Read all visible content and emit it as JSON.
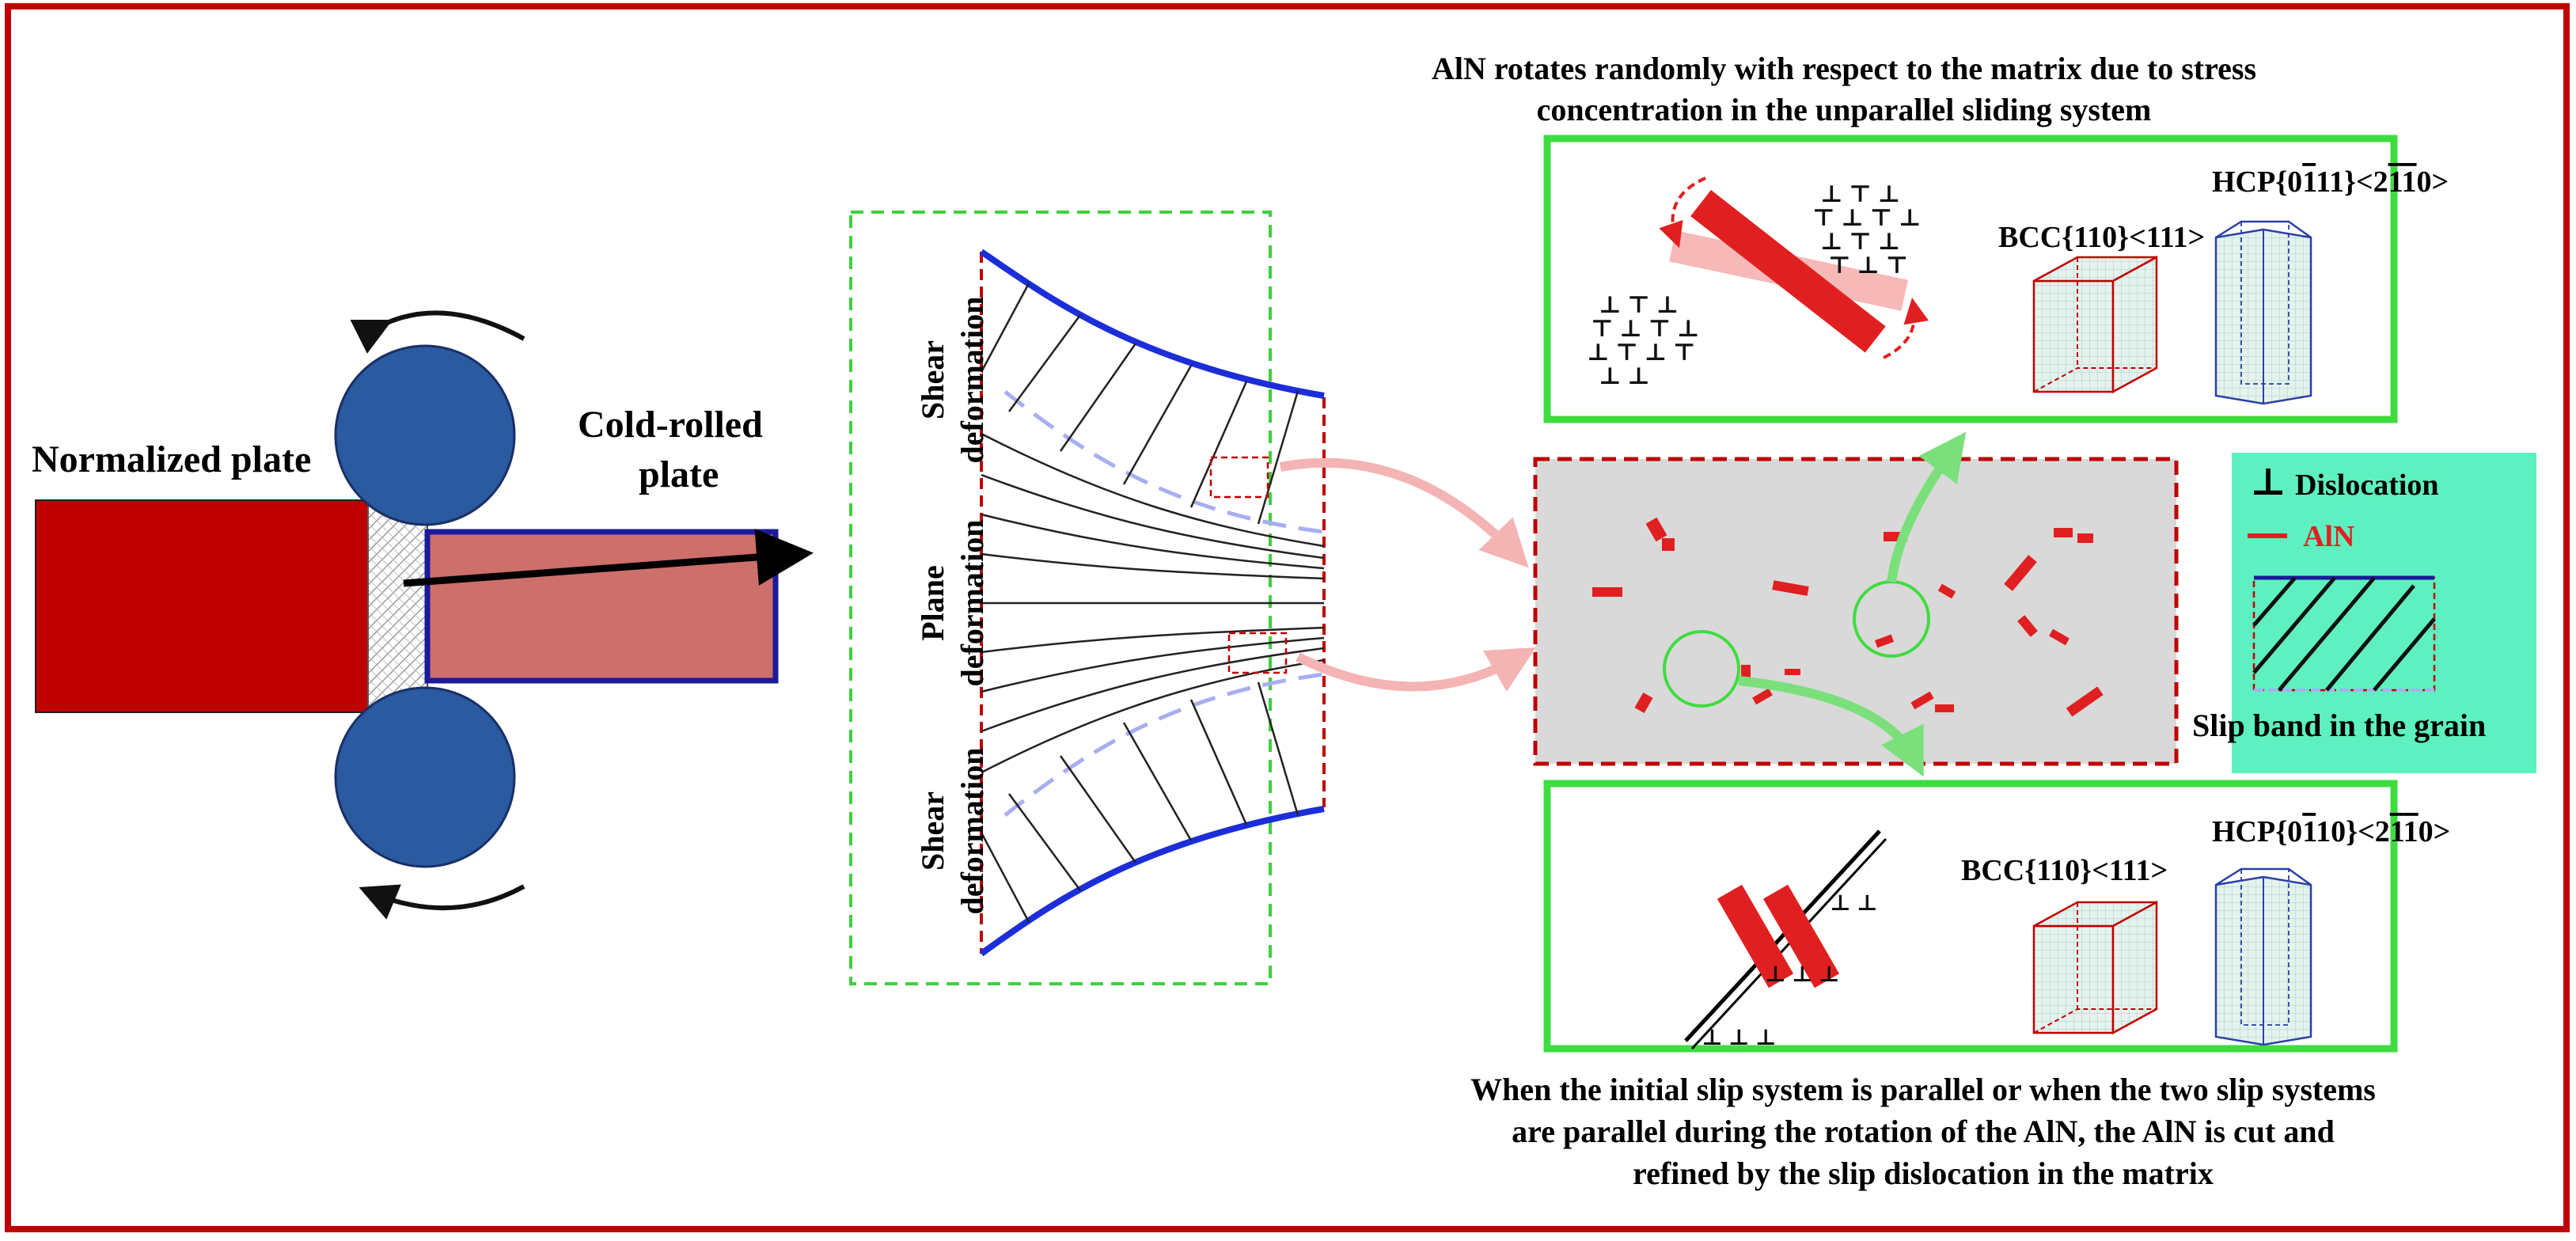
{
  "labels": {
    "normalized_plate": "Normalized plate",
    "cold_rolled_line1": "Cold-rolled",
    "cold_rolled_line2": "plate",
    "shear_top_1": "Shear",
    "shear_top_2": "deformation",
    "plane_1": "Plane",
    "plane_2": "deformation",
    "shear_bottom_1": "Shear",
    "shear_bottom_2": "deformation"
  },
  "top_caption": {
    "line1": "AlN rotates randomly with respect to the matrix due to stress",
    "line2": "concentration in the unparallel sliding system"
  },
  "bottom_caption": {
    "line1": "When the initial slip system is parallel or when the two slip systems",
    "line2": "are parallel during the rotation of the AlN, the AlN is cut and",
    "line3": "refined by the slip dislocation in the matrix"
  },
  "top_panel": {
    "hcp_pre": "HCP{0",
    "hcp_b1": "1",
    "hcp_mid": "11}<2",
    "hcp_b2": "1",
    "hcp_b3": "1",
    "hcp_post": "0>",
    "bcc": "BCC{110}<111>"
  },
  "bottom_panel": {
    "hcp_pre": "HCP{0",
    "hcp_b1": "1",
    "hcp_mid": "10}<2",
    "hcp_b2": "1",
    "hcp_b3": "1",
    "hcp_post": "0>",
    "bcc": "BCC{110}<111>"
  },
  "legend": {
    "dislocation_symbol": "⊥",
    "dislocation": "Dislocation",
    "aln": "AlN",
    "slip_band": "Slip band in the grain"
  },
  "colors": {
    "frame": "#c00000",
    "normalized_plate": "#c00000",
    "cold_plate": "#cd6f6a",
    "roller": "#2a5aa0",
    "panel_border": "#3fdc3f",
    "legend_bg": "#5ef0c0",
    "matrix_bg": "#d9d9d9",
    "aln": "#e02020",
    "arrow_pink": "#f4b4b4",
    "arrow_green": "#7be07b"
  }
}
